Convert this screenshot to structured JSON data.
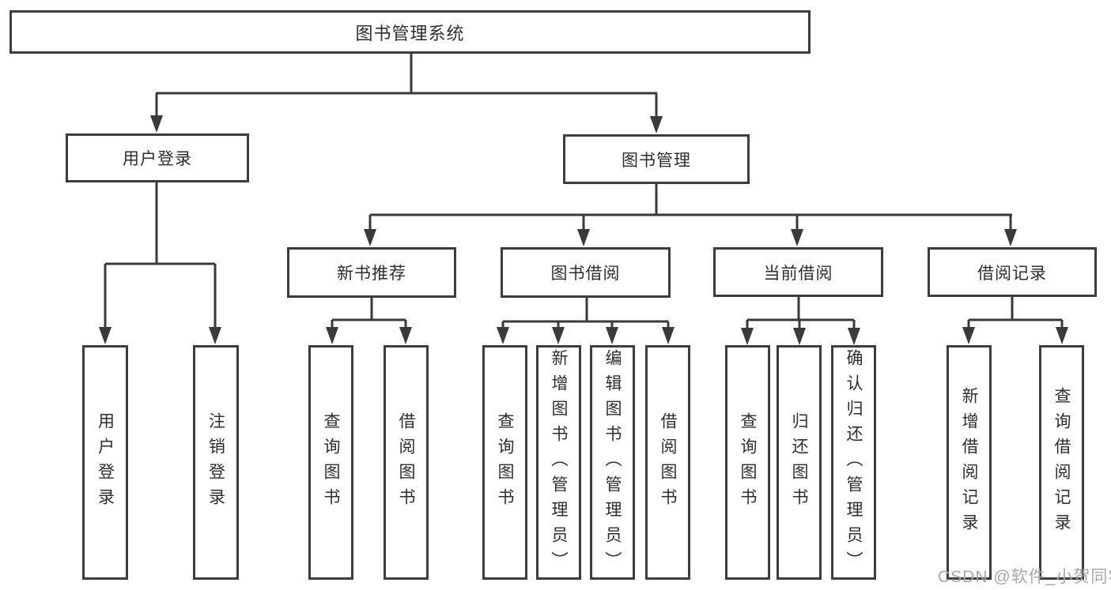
{
  "diagram": {
    "type": "hierarchy-diagram",
    "title": "图书管理系统",
    "colors": {
      "line": "#3a3a3a",
      "border": "#3d3d3d",
      "text": "#2e2e2e",
      "watermark": "#a9a9a9"
    },
    "tree": {
      "label": "图书管理系统",
      "children": [
        {
          "label": "用户登录",
          "children": [
            {
              "label": "用户登录"
            },
            {
              "label": "注销登录"
            }
          ]
        },
        {
          "label": "图书管理",
          "children": [
            {
              "label": "新书推荐",
              "children": [
                {
                  "label": "查询图书"
                },
                {
                  "label": "借阅图书"
                }
              ]
            },
            {
              "label": "图书借阅",
              "children": [
                {
                  "label": "查询图书"
                },
                {
                  "label": "新增图书（管理员）"
                },
                {
                  "label": "编辑图书（管理员）"
                },
                {
                  "label": "借阅图书"
                }
              ]
            },
            {
              "label": "当前借阅",
              "children": [
                {
                  "label": "查询图书"
                },
                {
                  "label": "归还图书"
                },
                {
                  "label": "确认归还（管理员）"
                }
              ]
            },
            {
              "label": "借阅记录",
              "children": [
                {
                  "label": "新增借阅记录"
                },
                {
                  "label": "查询借阅记录"
                }
              ]
            }
          ]
        }
      ]
    },
    "watermark": "CSDN @软件_小贺同学"
  }
}
